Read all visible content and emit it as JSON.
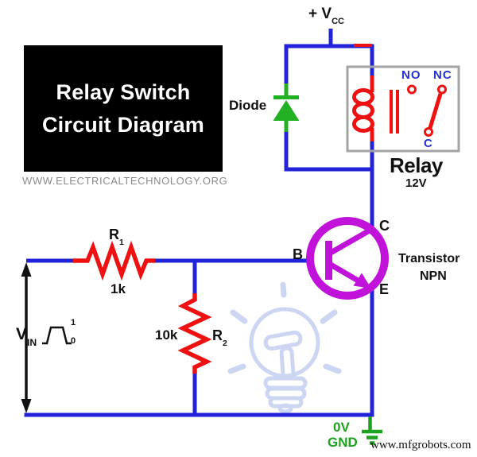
{
  "title_card": {
    "line1": "Relay Switch",
    "line2": "Circuit Diagram",
    "source": "WWW.ELECTRICALTECHNOLOGY.ORG"
  },
  "power": {
    "vcc_text": "+ V",
    "vcc_sub": "CC"
  },
  "diode": {
    "label": "Diode"
  },
  "relay": {
    "name": "Relay",
    "rating": "12V",
    "contact_no": "NO",
    "contact_nc": "NC",
    "contact_c": "C"
  },
  "transistor": {
    "name": "Transistor",
    "type": "NPN",
    "terminal_b": "B",
    "terminal_c": "C",
    "terminal_e": "E"
  },
  "resistors": {
    "r1_name": "R",
    "r1_sub": "1",
    "r1_value": "1k",
    "r2_name": "R",
    "r2_sub": "2",
    "r2_value": "10k"
  },
  "input": {
    "name": "V",
    "sub": "IN",
    "high": "1",
    "low": "0"
  },
  "ground": {
    "line1": "0V",
    "line2": "GND"
  },
  "watermark": "www.mfgrobots.com",
  "colors": {
    "wire_blue": "#2222d8",
    "component_red": "#ee1111",
    "diode_green": "#22b122",
    "ground_green": "#1ca21c",
    "transistor_magenta": "#c012d8",
    "label_blue": "#2430cf",
    "watermark_blue": "#ccd6f2"
  }
}
